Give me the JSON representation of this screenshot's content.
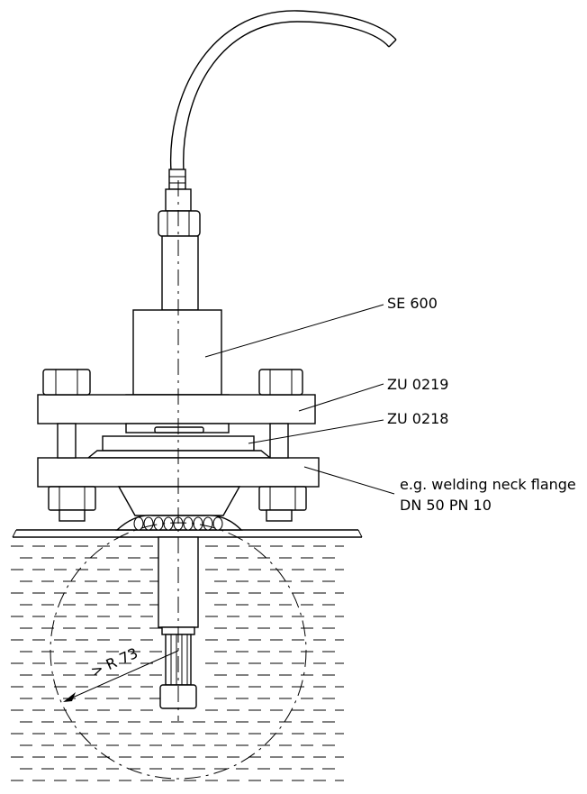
{
  "labels": {
    "sensor": "SE 600",
    "flange_top": "ZU 0219",
    "adapter": "ZU 0218",
    "flange_bottom_line1": "e.g. welding neck flange",
    "flange_bottom_line2": "DN 50 PN 10",
    "radius": "> R 73"
  }
}
